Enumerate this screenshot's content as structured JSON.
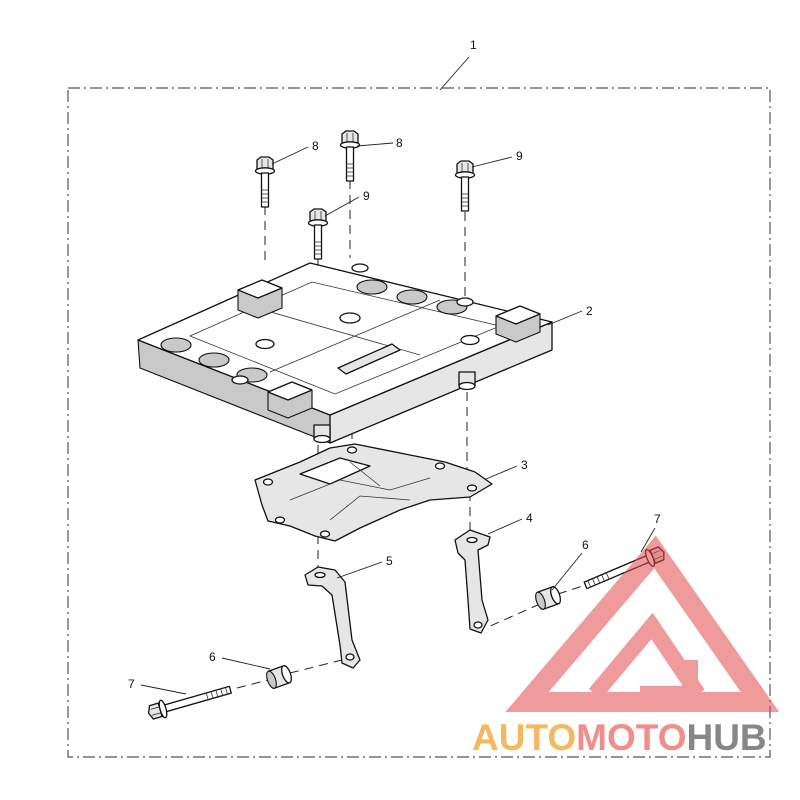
{
  "callouts": [
    "1",
    "2",
    "3",
    "4",
    "5",
    "6",
    "6",
    "7",
    "7",
    "8",
    "8",
    "9",
    "9"
  ],
  "watermark": {
    "part_auto": "AUTO",
    "part_moto": "MOTO",
    "part_hub": "HUB",
    "colors": {
      "auto": "#f3ad45",
      "moto": "#ef7b76",
      "hub": "#737373",
      "triangle": "#e44a4a"
    }
  }
}
